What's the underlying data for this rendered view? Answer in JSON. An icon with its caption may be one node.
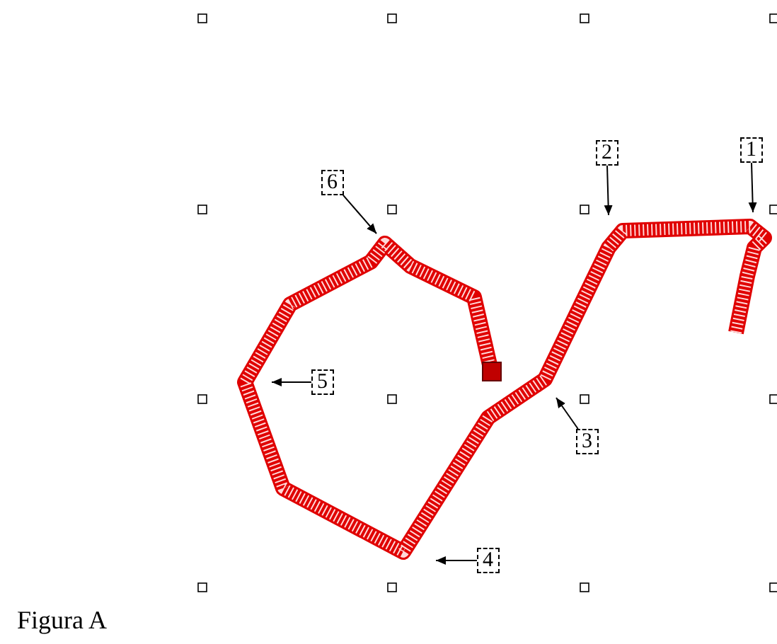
{
  "diagram": {
    "caption": "Figura A",
    "nodes": [
      {
        "text": [
          "1"
        ]
      },
      {
        "text": [
          "2"
        ]
      },
      {
        "text": [
          "6"
        ]
      },
      {
        "text": [
          "5"
        ]
      },
      {
        "text": [
          "3"
        ]
      },
      {
        "text": [
          "4"
        ]
      }
    ],
    "edges": [
      {
        "from": 0,
        "to": null,
        "arrow": "to"
      },
      {
        "from": 1,
        "to": null,
        "arrow": "to"
      },
      {
        "from": 2,
        "to": null,
        "arrow": "to"
      },
      {
        "from": 3,
        "to": null,
        "arrow": "to"
      },
      {
        "from": 4,
        "to": null,
        "arrow": "to"
      },
      {
        "from": 5,
        "to": null,
        "arrow": "to"
      }
    ]
  }
}
